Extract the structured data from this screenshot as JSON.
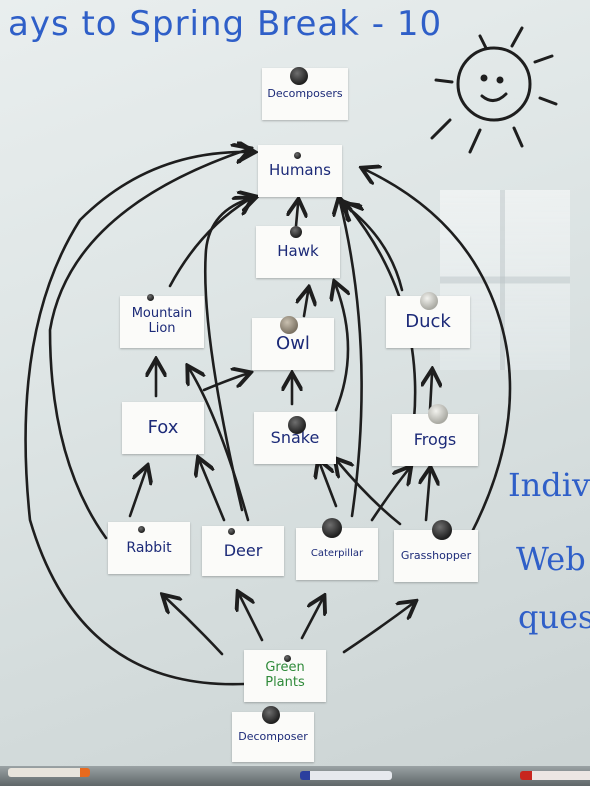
{
  "board": {
    "title": "ays to Spring Break - 10",
    "side_note": [
      "Indiv",
      "Web",
      "ques"
    ]
  },
  "cards": {
    "decomposers_top": "Decomposers",
    "humans": "Humans",
    "hawk": "Hawk",
    "mountain_lion": "Mountain Lion",
    "owl": "Owl",
    "duck": "Duck",
    "fox": "Fox",
    "snake": "Snake",
    "frogs": "Frogs",
    "rabbit": "Rabbit",
    "deer": "Deer",
    "caterpillar": "Caterpillar",
    "grasshopper": "Grasshopper",
    "green_plants": "Green Plants",
    "decomposer_bottom": "Decomposer"
  },
  "colors": {
    "marker_blue": "#2f5fc8",
    "card_text": "#1c2a78",
    "green_text": "#2f8a3a",
    "arrow": "#1e1e1e"
  }
}
